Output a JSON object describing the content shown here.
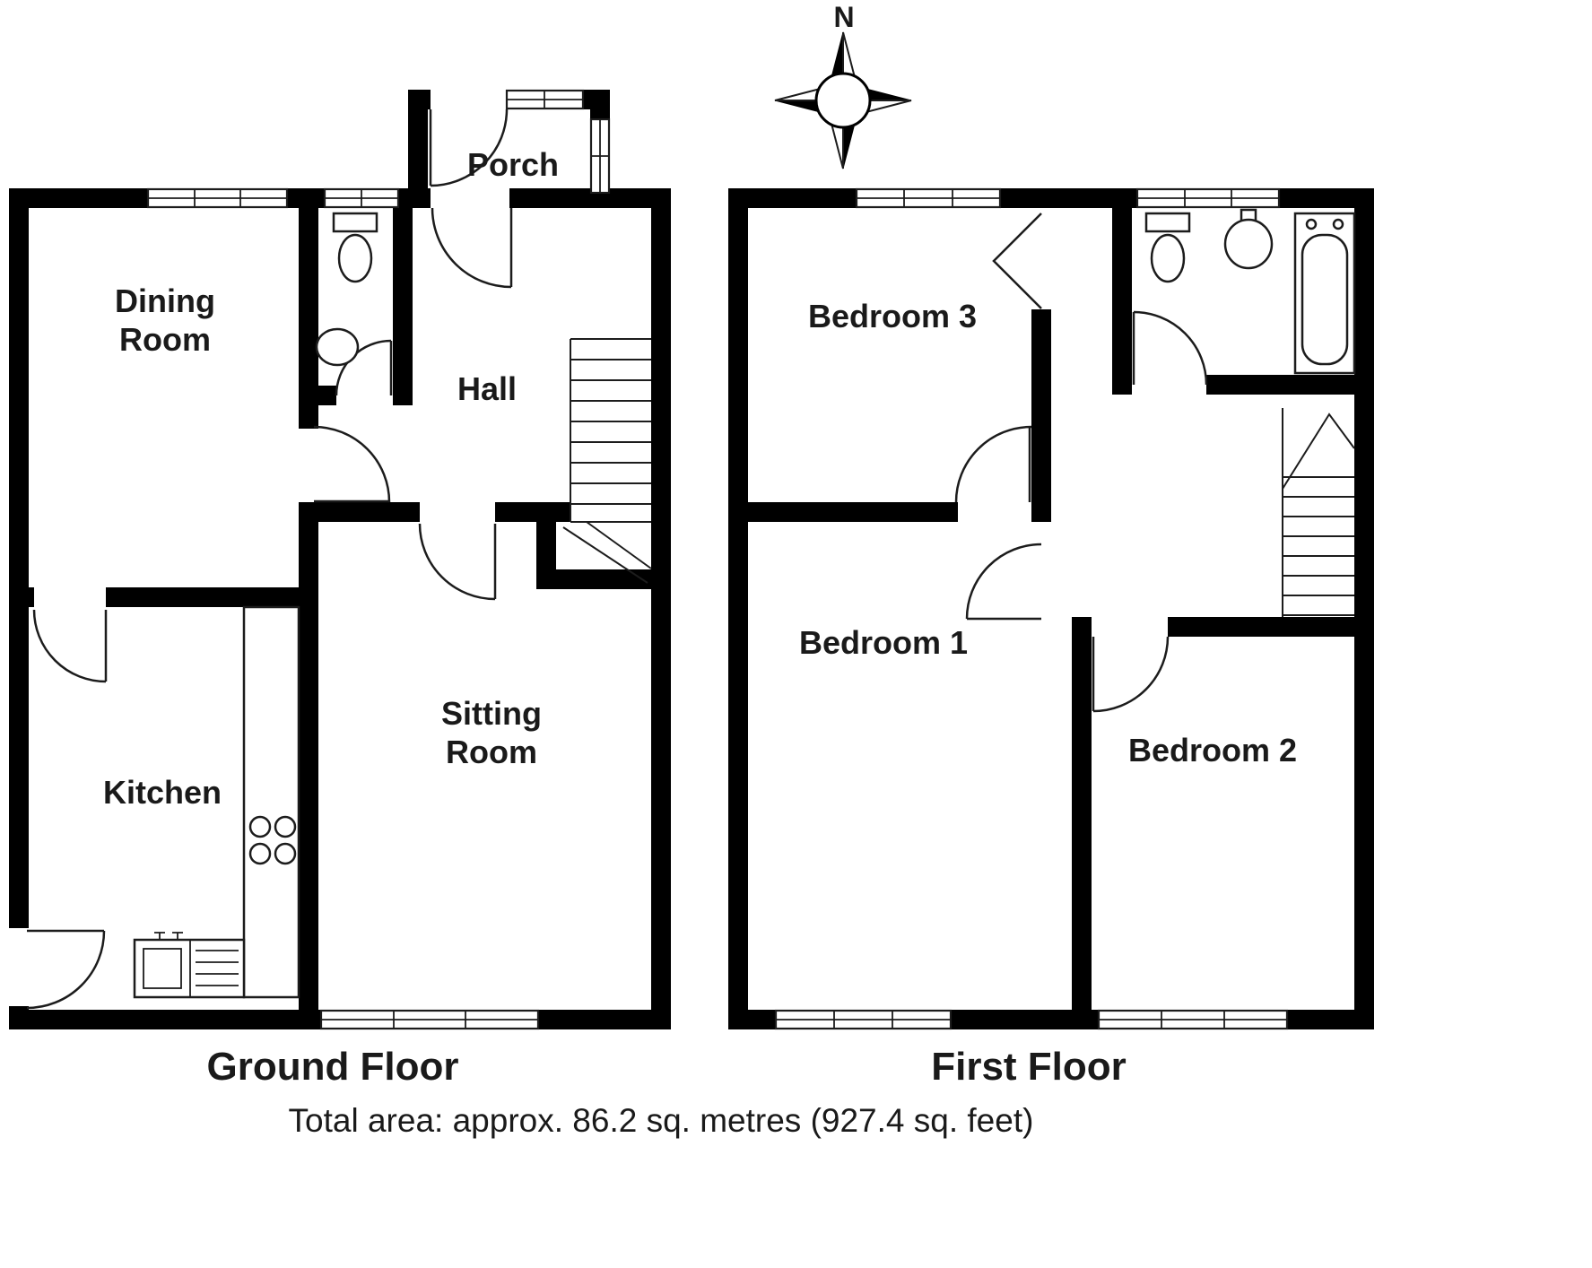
{
  "compass": {
    "north": "N"
  },
  "ground_floor": {
    "title": "Ground Floor",
    "rooms": {
      "porch": "Porch",
      "dining_line1": "Dining",
      "dining_line2": "Room",
      "hall": "Hall",
      "kitchen": "Kitchen",
      "sitting_line1": "Sitting",
      "sitting_line2": "Room"
    }
  },
  "first_floor": {
    "title": "First Floor",
    "rooms": {
      "bedroom3": "Bedroom 3",
      "bedroom1": "Bedroom 1",
      "bedroom2": "Bedroom 2"
    }
  },
  "footer": {
    "total_area": "Total area: approx. 86.2 sq. metres (927.4 sq. feet)"
  },
  "colors": {
    "wall": "#000000",
    "line": "#1c1c1c",
    "text": "#1a1a1a",
    "background": "#ffffff"
  }
}
